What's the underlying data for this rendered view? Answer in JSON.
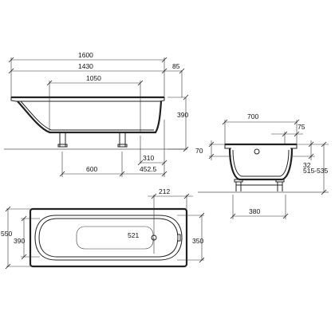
{
  "side_view": {
    "dims": {
      "total_length": "1600",
      "inner_length": "1430",
      "rim": "85",
      "bottom_length": "1050",
      "height": "390",
      "leg_span": "600",
      "drain_offset": "310",
      "leg_offset": "452.5"
    }
  },
  "end_view": {
    "dims": {
      "width": "700",
      "rim_width": "75",
      "rim_height": "70",
      "drop": "32",
      "total_height": "515-535",
      "leg_width": "380"
    }
  },
  "top_view": {
    "dims": {
      "width": "550",
      "inner_width": "390",
      "drain_dist": "212",
      "drain_center": "521",
      "inner_width_right": "350"
    }
  }
}
